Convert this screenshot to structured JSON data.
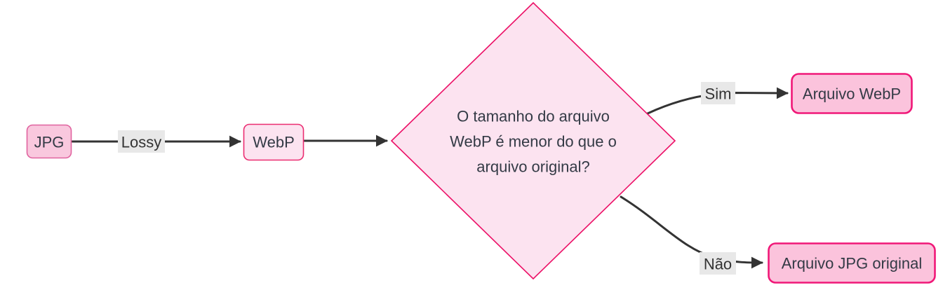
{
  "colors": {
    "background": "#ffffff",
    "edge": "#333333",
    "edge_label_bg": "#e8e8e8",
    "node_text": "#333a45",
    "start_node_fill": "#f9c8de",
    "start_node_border": "#e0639f",
    "default_node_fill": "#fce3f0",
    "default_node_border": "#eb2d71",
    "decision_fill": "#fce3f0",
    "decision_border": "#ec0f66",
    "output_node_fill": "#fbc3dc",
    "output_node_border": "#f01878"
  },
  "flowchart": {
    "type": "flowchart",
    "direction": "left-to-right",
    "nodes": {
      "jpg": {
        "label": "JPG",
        "shape": "rounded-rect"
      },
      "webp": {
        "label": "WebP",
        "shape": "rounded-rect"
      },
      "decision": {
        "label": "O tamanho do arquivo WebP é menor do que o arquivo original?",
        "shape": "diamond",
        "lines": [
          "O tamanho do arquivo",
          "WebP é menor do que o",
          "arquivo original?"
        ]
      },
      "arquivo_webp": {
        "label": "Arquivo WebP",
        "shape": "rounded-rect"
      },
      "arquivo_jpg": {
        "label": "Arquivo JPG original",
        "shape": "rounded-rect"
      }
    },
    "edges": {
      "jpg_to_webp": {
        "from": "JPG",
        "to": "WebP",
        "label": "Lossy"
      },
      "webp_to_decision": {
        "from": "WebP",
        "to": "decision",
        "label": ""
      },
      "decision_to_arquivo_webp": {
        "from": "decision",
        "to": "Arquivo WebP",
        "label": "Sim"
      },
      "decision_to_arquivo_jpg": {
        "from": "decision",
        "to": "Arquivo JPG original",
        "label": "Não"
      }
    }
  }
}
